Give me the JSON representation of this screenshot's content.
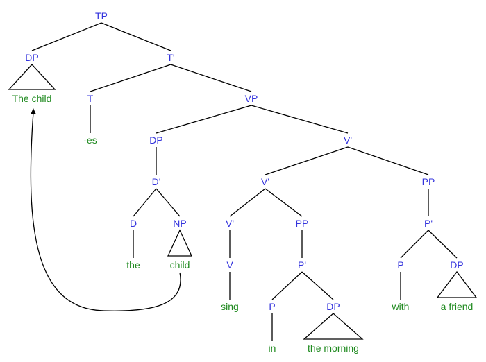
{
  "diagram": {
    "colors": {
      "category": "#3333dd",
      "word": "#1f8a1f",
      "line": "#000000"
    },
    "nodes": {
      "tp": "TP",
      "dp_spec": "DP",
      "dp_spec_word": "The child",
      "t_bar": "T'",
      "t": "T",
      "t_word": "-es",
      "vp": "VP",
      "dp_subj": "DP",
      "d_bar": "D'",
      "d": "D",
      "d_word": "the",
      "np": "NP",
      "np_word": "child",
      "v_bar_top": "V'",
      "v_bar_mid": "V'",
      "v_bar_low": "V'",
      "v": "V",
      "v_word": "sing",
      "pp_in": "PP",
      "p_bar_in": "P'",
      "p_in": "P",
      "p_in_word": "in",
      "dp_in": "DP",
      "dp_in_word": "the morning",
      "pp_with": "PP",
      "p_bar_with": "P'",
      "p_with": "P",
      "p_with_word": "with",
      "dp_with": "DP",
      "dp_with_word": "a friend"
    }
  }
}
